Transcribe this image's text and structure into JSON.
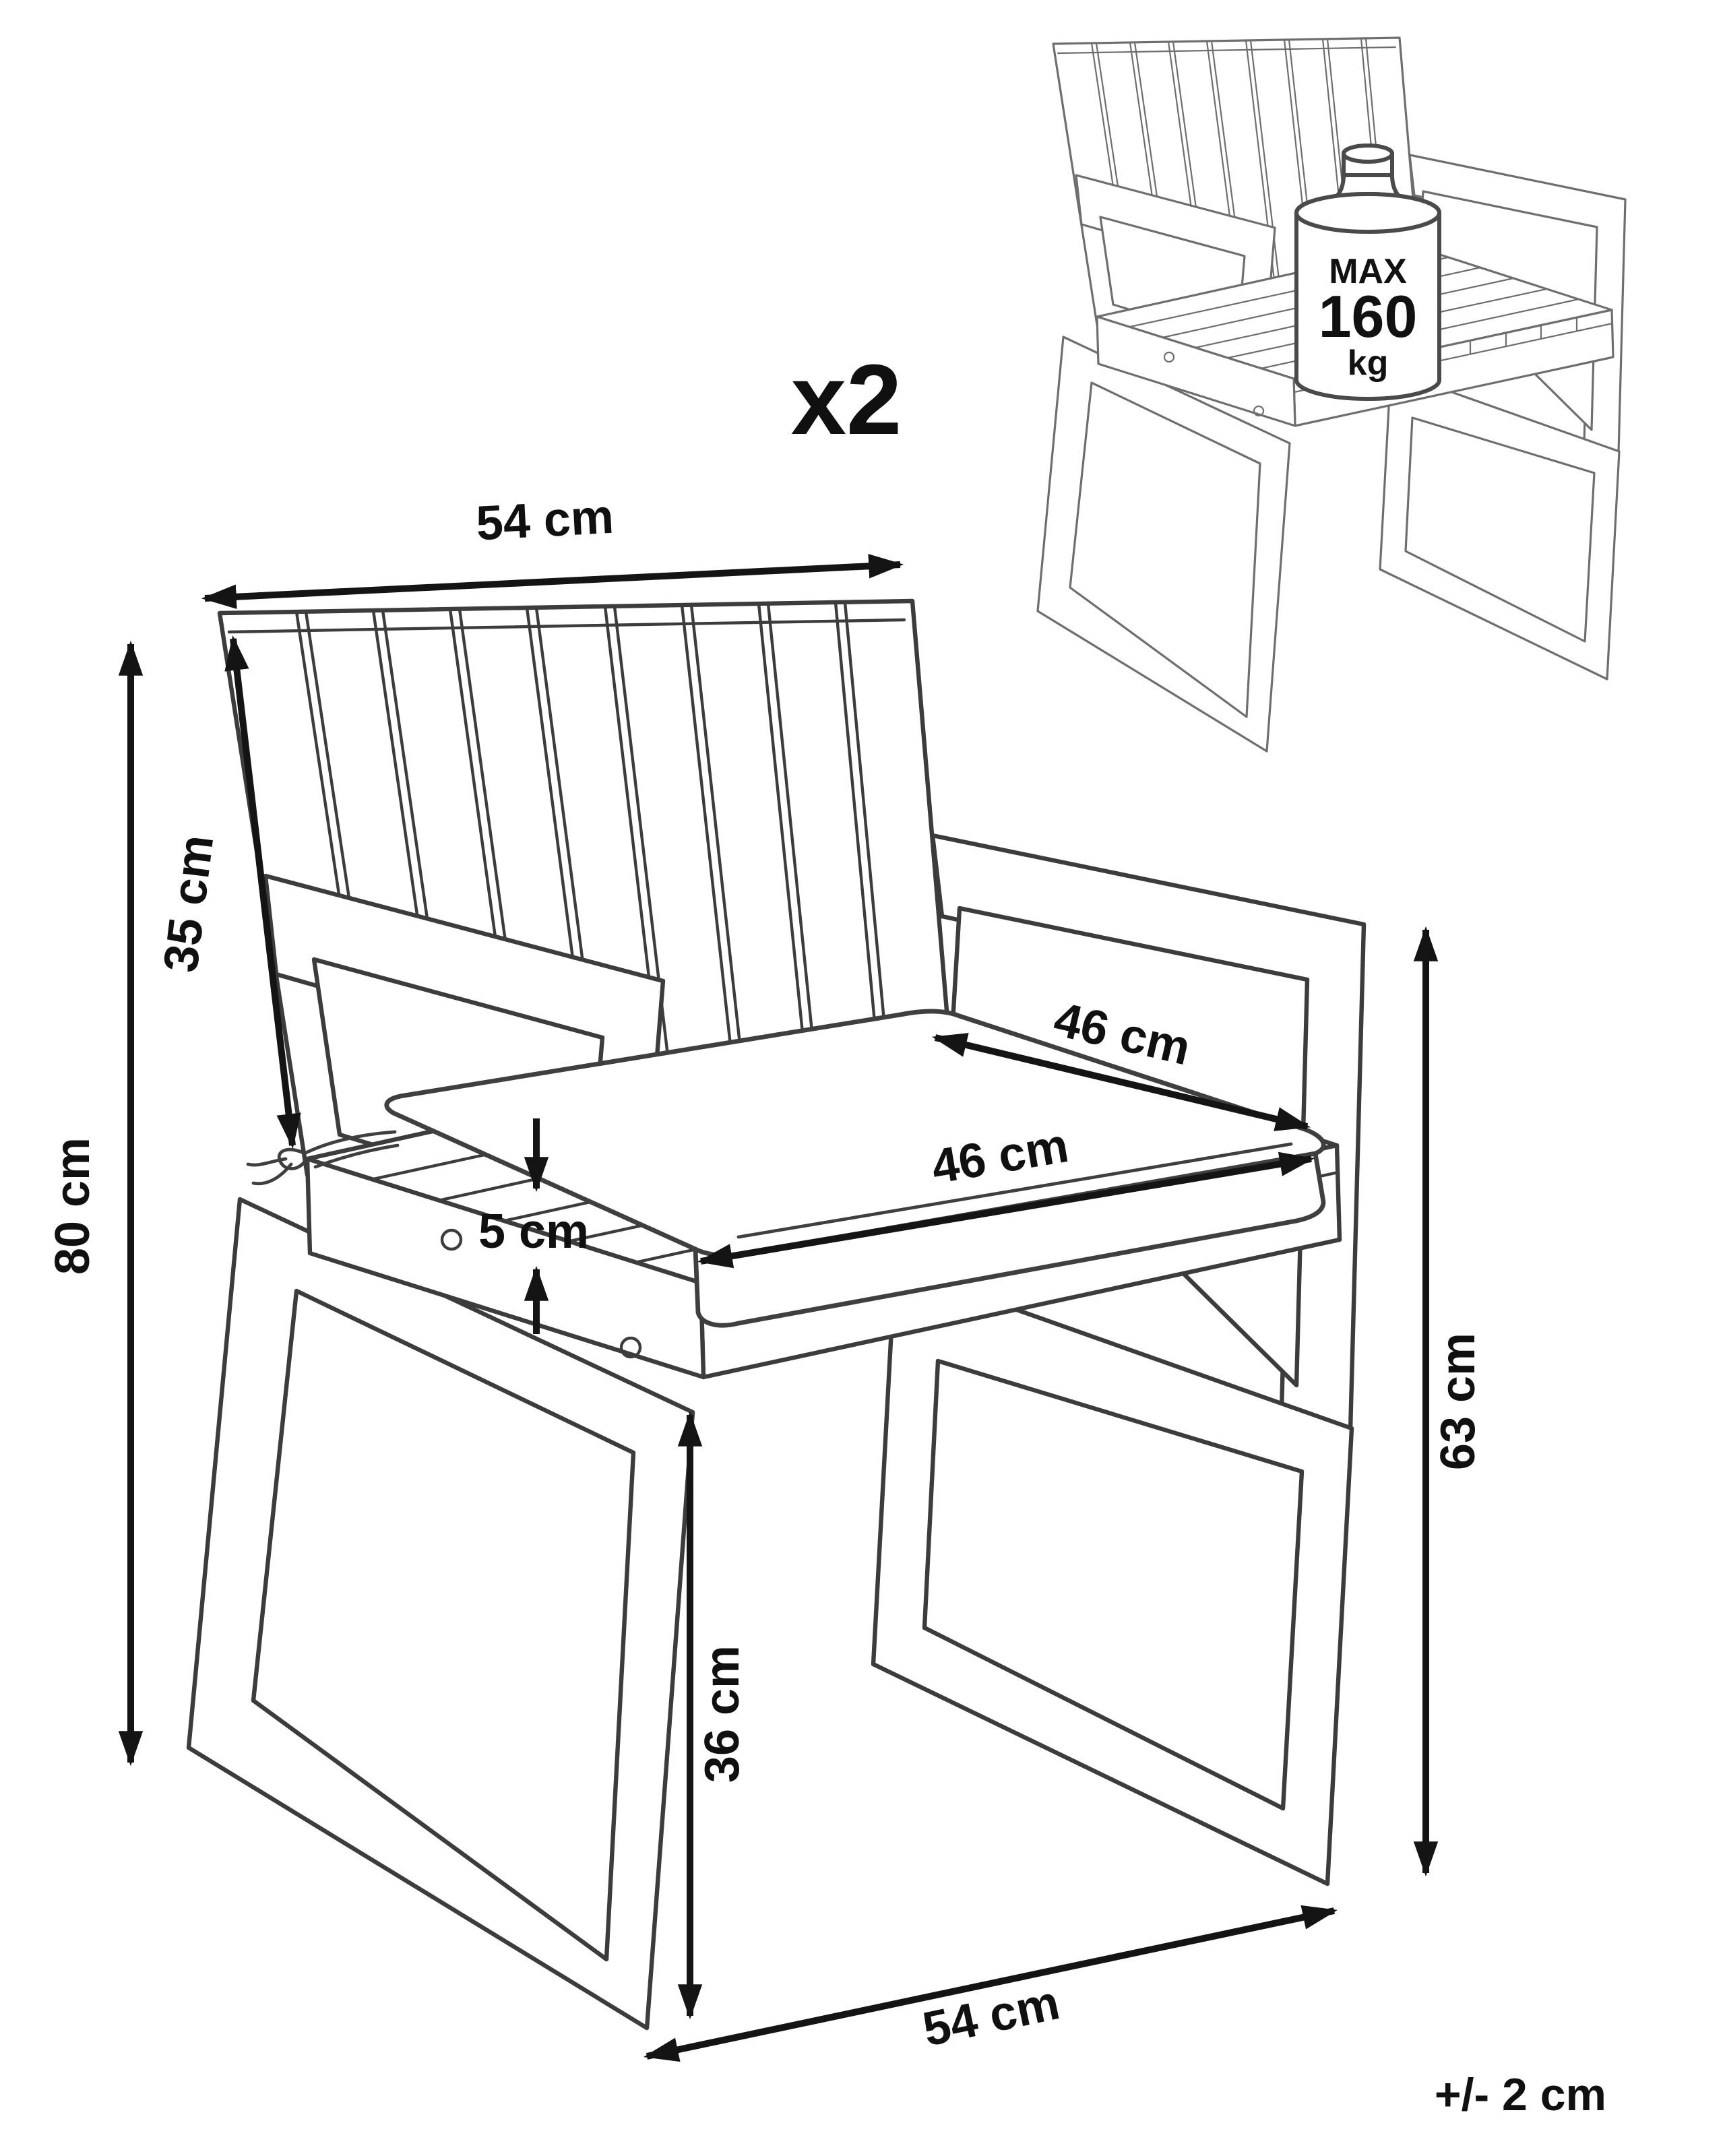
{
  "diagram": {
    "quantity": "x2",
    "tolerance": "+/- 2 cm",
    "weight": {
      "max_label": "MAX",
      "value": "160",
      "unit": "kg"
    },
    "dims": {
      "top_width": "54 cm",
      "backrest_height": "35 cm",
      "total_height": "80 cm",
      "cushion_thickness": "5 cm",
      "seat_depth": "46 cm",
      "seat_width": "46 cm",
      "side_height": "63 cm",
      "seat_height": "36 cm",
      "base_depth": "54 cm"
    }
  }
}
